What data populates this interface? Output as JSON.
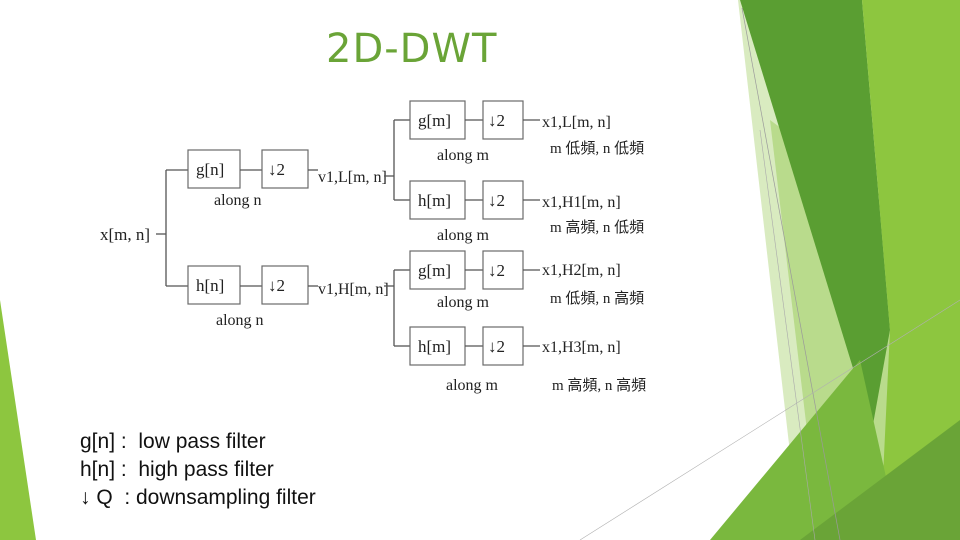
{
  "slide": {
    "title": "2D-DWT",
    "accent_color": "#8dc63f",
    "accent_dark": "#5a9e32"
  },
  "diagram": {
    "input_label": "x[m, n]",
    "stage1": {
      "low_filter": "g[n]",
      "high_filter": "h[n]",
      "down": "↓2",
      "along": "along n",
      "low_output": "v1,L[m, n]",
      "high_output": "v1,H[m, n]"
    },
    "stage2": {
      "low_filter": "g[m]",
      "high_filter": "h[m]",
      "down": "↓2",
      "along": "along m"
    },
    "outputs": [
      {
        "label": "x1,L[m, n]",
        "desc": "m 低頻, n 低頻"
      },
      {
        "label": "x1,H1[m, n]",
        "desc": "m 高頻, n 低頻"
      },
      {
        "label": "x1,H2[m, n]",
        "desc": "m 低頻, n 高頻"
      },
      {
        "label": "x1,H3[m, n]",
        "desc": "m 高頻, n 高頻"
      }
    ]
  },
  "legend": {
    "line1": "g[n] :  low pass filter",
    "line2": "h[n] :  high pass filter",
    "line3": "↓ Q  : downsampling filter"
  }
}
